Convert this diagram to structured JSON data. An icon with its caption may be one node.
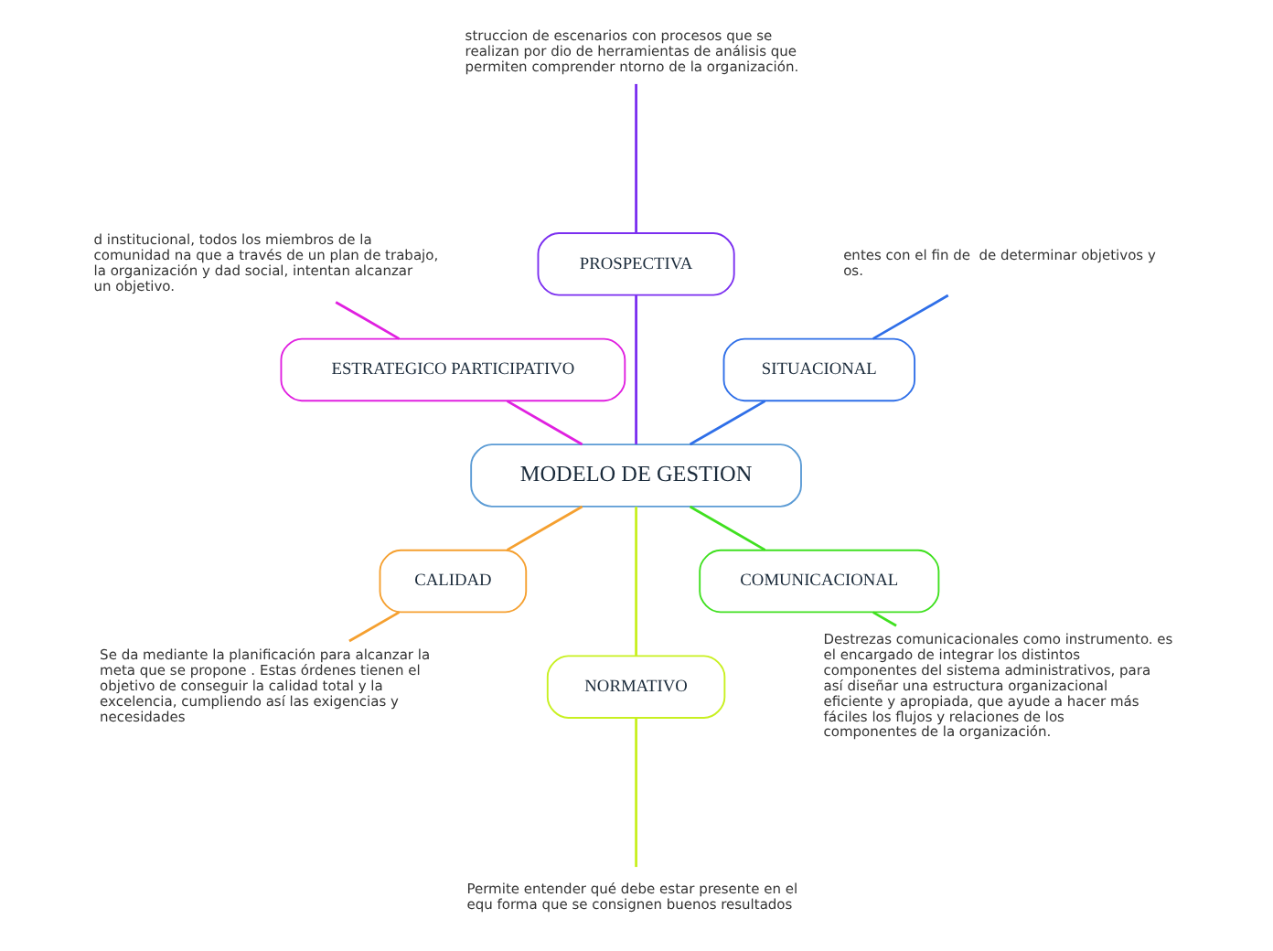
{
  "diagram": {
    "nodes": [
      {
        "text": [
          "MODELO DE GESTION"
        ]
      },
      {
        "text": [
          "SITUACIONAL"
        ]
      },
      {
        "text": [
          "entes con el fin de  de determinar objetivos y os."
        ]
      },
      {
        "text": [
          "PROSPECTIVA"
        ]
      },
      {
        "text": [
          "struccion de escenarios con procesos que se realizan por dio de herramientas de análisis que permiten comprender ntorno de la organización."
        ]
      },
      {
        "text": [
          "ESTRATEGICO PARTICIPATIVO"
        ]
      },
      {
        "text": [
          "d institucional, todos los miembros de la comunidad na que a través de un plan de trabajo, la organización y dad social, intentan alcanzar un objetivo."
        ]
      },
      {
        "text": [
          "CALIDAD"
        ]
      },
      {
        "text": [
          "Se da mediante la planificación para alcanzar la meta que se propone . Estas órdenes tienen el objetivo de conseguir la calidad total y la excelencia, cumpliendo así las exigencias y necesidades"
        ]
      },
      {
        "text": [
          "NORMATIVO"
        ]
      },
      {
        "text": [
          "Permite entender qué debe estar presente en el equ forma que se consignen buenos resultados"
        ]
      },
      {
        "text": [
          "COMUNICACIONAL"
        ]
      },
      {
        "text": [
          "Destrezas comunicacionales como instrumento. es el encargado de integrar los distintos componentes del sistema administrativos, para así diseñar una estructura organizacional eficiente y apropiada, que ayude a hacer más fáciles los flujos y relaciones de los componentes de la organización."
        ]
      }
    ],
    "edges": [
      {
        "from": 0,
        "to": 1,
        "arrow": "none",
        "color": "#2f6fe8"
      },
      {
        "from": 1,
        "to": 2,
        "arrow": "none",
        "color": "#2f6fe8"
      },
      {
        "from": 0,
        "to": 3,
        "arrow": "none",
        "color": "#7b2ff0"
      },
      {
        "from": 3,
        "to": 4,
        "arrow": "none",
        "color": "#7b2ff0"
      },
      {
        "from": 0,
        "to": 5,
        "arrow": "none",
        "color": "#e020e0"
      },
      {
        "from": 5,
        "to": 6,
        "arrow": "none",
        "color": "#e020e0"
      },
      {
        "from": 0,
        "to": 7,
        "arrow": "none",
        "color": "#f5a030"
      },
      {
        "from": 7,
        "to": 8,
        "arrow": "none",
        "color": "#f5a030"
      },
      {
        "from": 0,
        "to": 9,
        "arrow": "none",
        "color": "#c8f020"
      },
      {
        "from": 9,
        "to": 10,
        "arrow": "none",
        "color": "#c8f020"
      },
      {
        "from": 0,
        "to": 11,
        "arrow": "none",
        "color": "#40e020"
      },
      {
        "from": 11,
        "to": 12,
        "arrow": "none",
        "color": "#40e020"
      }
    ]
  }
}
